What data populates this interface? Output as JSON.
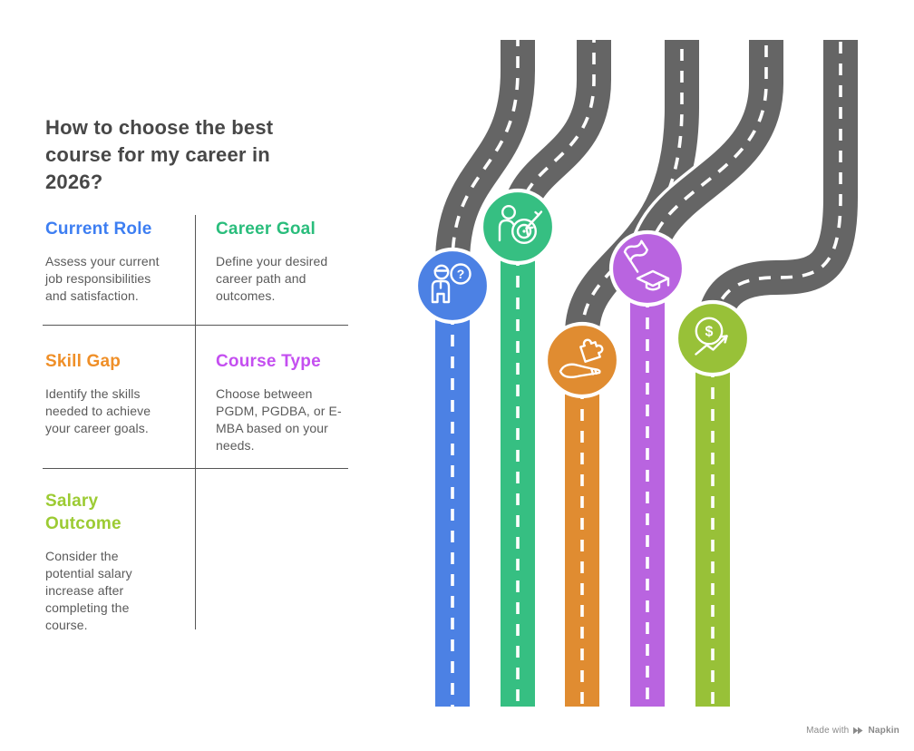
{
  "title": {
    "text": "How to choose the best course for my career in 2026?"
  },
  "theme": {
    "background": "#ffffff",
    "title_color": "#474747",
    "body_text_color": "#5a5a5a",
    "divider_color": "#565656",
    "road_gray": "#656565",
    "road_marking": "#ffffff"
  },
  "sections": [
    {
      "label": "Current Role",
      "color": "#3d7ef2",
      "road_color": "#4c81e4",
      "icon": "person-question-icon",
      "description": "Assess your current job responsibilities and satisfaction."
    },
    {
      "label": "Career Goal",
      "color": "#2abd7c",
      "road_color": "#36bf82",
      "icon": "person-target-icon",
      "description": "Define your desired career path and outcomes."
    },
    {
      "label": "Skill Gap",
      "color": "#ef8f28",
      "road_color": "#e08c31",
      "icon": "hand-puzzle-icon",
      "description": "Identify the skills needed to achieve your career goals."
    },
    {
      "label": "Course Type",
      "color": "#c44ff0",
      "road_color": "#b964e0",
      "icon": "flag-graduation-icon",
      "description": "Choose between PGDM, PGDBA, or E-MBA based on your needs."
    },
    {
      "label": "Salary Outcome",
      "color": "#9ccb33",
      "road_color": "#98c138",
      "icon": "dollar-growth-icon",
      "description": "Consider the potential salary increase after completing the course."
    }
  ],
  "footer": {
    "made_with": "Made with",
    "brand": "Napkin"
  }
}
